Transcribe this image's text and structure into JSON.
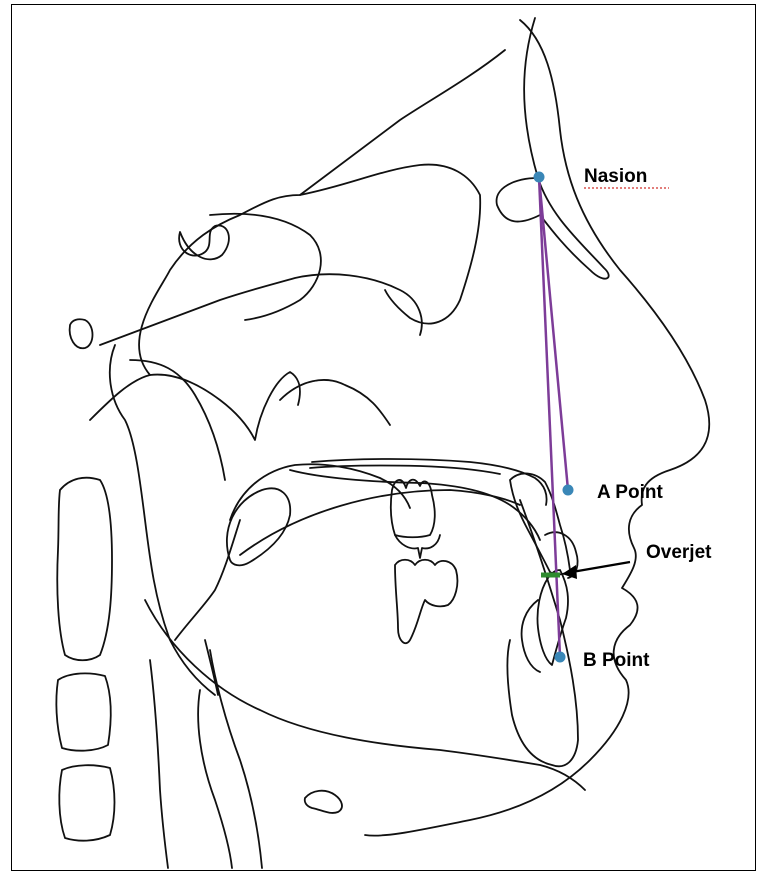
{
  "landmarks": {
    "nasion": {
      "label": "Nasion"
    },
    "a_point": {
      "label": "A Point"
    },
    "b_point": {
      "label": "B Point"
    }
  },
  "overjet": {
    "label": "Overjet"
  },
  "colors": {
    "landmark": "#3a87b7",
    "reference_lines": "#7d3c98",
    "overjet_marker": "#2e8b2e",
    "tracing": "#111111"
  },
  "icons": {
    "landmark_marker": "dot-marker-icon",
    "arrow": "arrow-left-icon"
  }
}
